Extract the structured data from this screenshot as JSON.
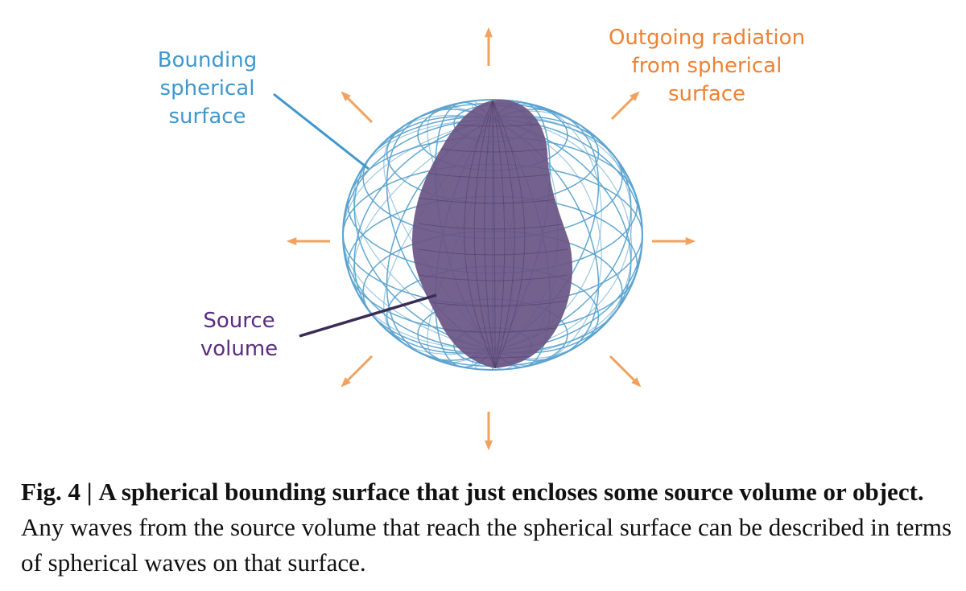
{
  "labels": {
    "bounding_surface": [
      "Bounding",
      "spherical",
      "surface"
    ],
    "outgoing_radiation": [
      "Outgoing radiation",
      "from spherical",
      "surface"
    ],
    "source_volume": [
      "Source",
      "volume"
    ]
  },
  "caption": {
    "figure_number": "Fig. 4 |",
    "title": "A spherical bounding surface that just encloses some source volume or object.",
    "text": "Any waves from the source volume that reach the spherical surface can be described in terms of spherical waves on that surface."
  },
  "colors": {
    "sphere_wireframe": "#5ba3cf",
    "source_volume": "#6b5584",
    "arrows": "#f2a15f",
    "bounding_label": "#3f97cc",
    "outgoing_label": "#ef8133",
    "source_label": "#5a2d82",
    "source_leader": "#3b2b55"
  }
}
